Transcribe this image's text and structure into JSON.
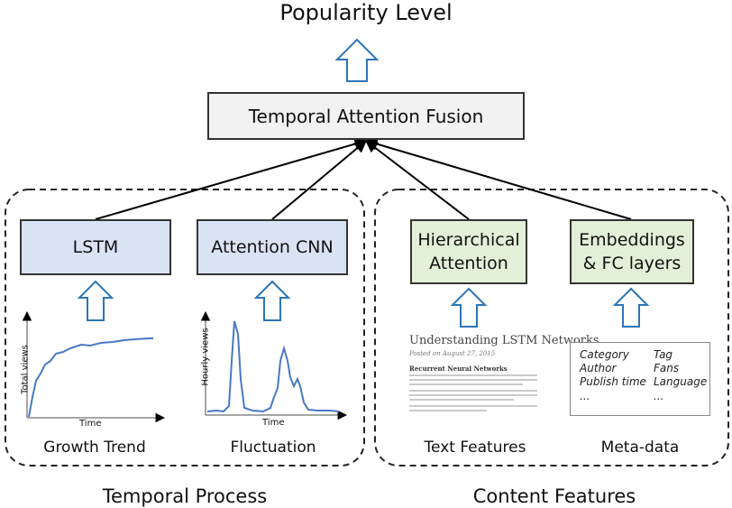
{
  "title": "Popularity Level",
  "fusion_label": "Temporal Attention Fusion",
  "temporal_group": {
    "label": "Temporal Process",
    "modules": [
      {
        "label": "LSTM",
        "caption": "Growth Trend",
        "xlabel": "Time",
        "ylabel": "Total views"
      },
      {
        "label": "Attention CNN",
        "caption": "Fluctuation",
        "xlabel": "Time",
        "ylabel": "Hourly views"
      }
    ]
  },
  "content_group": {
    "label": "Content Features",
    "modules": [
      {
        "label": "Hierarchical\nAttention",
        "caption": "Text Features"
      },
      {
        "label": "Embeddings\n& FC layers",
        "caption": "Meta-data"
      }
    ]
  },
  "document": {
    "title": "Understanding LSTM Networks",
    "date": "Posted on August 27, 2015",
    "section": "Recurrent Neural Networks"
  },
  "metadata_fields": {
    "col1": [
      "Category",
      "Author",
      "Publish time",
      "..."
    ],
    "col2": [
      "Tag",
      "Fans",
      "Language",
      "..."
    ]
  },
  "colors": {
    "temporal_box": "#dae3f3",
    "content_box": "#e2f0d9",
    "fusion_box": "#f2f2f2",
    "arrow": "#2e75b6",
    "curve": "#4a78c4"
  }
}
